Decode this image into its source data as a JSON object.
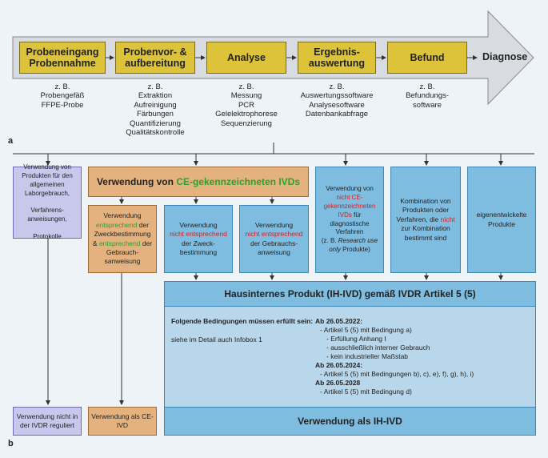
{
  "panel_a": {
    "label": "a",
    "steps": [
      {
        "title": "Probeneingang\nProbennahme",
        "sub": "z. B.\nProbengefäß\nFFPE-Probe"
      },
      {
        "title": "Probenvor- &\naufbereitung",
        "sub": "z. B.\nExtraktion\nAufreinigung\nFärbungen\nQuantifizierung\nQualitätskontrolle"
      },
      {
        "title": "Analyse",
        "sub": "z. B.\nMessung\nPCR\nGelelektrophorese\nSequenzierung"
      },
      {
        "title": "Ergebnis-\nauswertung",
        "sub": "z. B.\nAuswertungssoftware\nAnalysesoftware\nDatenbankabfrage"
      },
      {
        "title": "Befund",
        "sub": "z. B.\nBefundungs-\nsoftware"
      }
    ],
    "final": "Diagnose"
  },
  "panel_b": {
    "label": "b",
    "labor": "Verwendung von Produkten für den allgemeinen Laborgebrauch,\n\nVerfahrens-anweisungen,\n\nProtokolle",
    "ce_header": {
      "pre": "Verwendung von ",
      "hl": "CE-gekennzeichneten IVDs"
    },
    "conform": {
      "a": "Verwendung",
      "b": "entsprechend",
      "c": " der Zweckbestimmung",
      "d": "&",
      "e": "entsprechend",
      "f": " der Gebrauch-sanweisung"
    },
    "zweck": {
      "a": "Verwendung",
      "b": "nicht entsprechend",
      "c": "der Zweck-bestimmung"
    },
    "gebrauch": {
      "a": "Verwendung",
      "b": "nicht entsprechend",
      "c": "der Gebrauchs-anweisung"
    },
    "non_ce": {
      "a": "Verwendung von",
      "b": "nicht CE-gekennzeichneten IVDs",
      "c": " für diagnostische Verfahren",
      "d": "(z. B. ",
      "e": "Research use only",
      "f": " Produkte)"
    },
    "kombi": {
      "a": "Kombination von Produkten oder Verfahren, die ",
      "b": "nicht",
      "c": " zur Kombination bestimmt sind"
    },
    "eigen": "eigenentwickelte Produkte",
    "ihivd_header": "Hausinternes Produkt (IH-IVD) gemäß IVDR Artikel 5 (5)",
    "conditions": {
      "title": "Folgende Bedingungen müssen erfüllt sein:",
      "infobox": "siehe im Detail auch Infobox 1",
      "d1": "Ab 26.05.2022:",
      "d1_items": [
        "-  Artikel 5 (5) mit Bedingung a)",
        "- Erfüllung Anhang I",
        "- ausschließlich interner Gebrauch",
        "- kein industrieller Maßstab"
      ],
      "d2": "Ab 26.05.2024:",
      "d2_items": [
        "- Artikel 5 (5) mit Bedingungen b), c), e), f), g), h), i)"
      ],
      "d3": "Ab 26.05.2028",
      "d3_items": [
        "- Artikel 5 (5) mit Bedingung d)"
      ]
    },
    "ihivd_use": "Verwendung als IH-IVD",
    "not_ivdr": "Verwendung nicht in der IVDR reguliert",
    "ce_ivd": "Verwendung als CE-IVD"
  }
}
